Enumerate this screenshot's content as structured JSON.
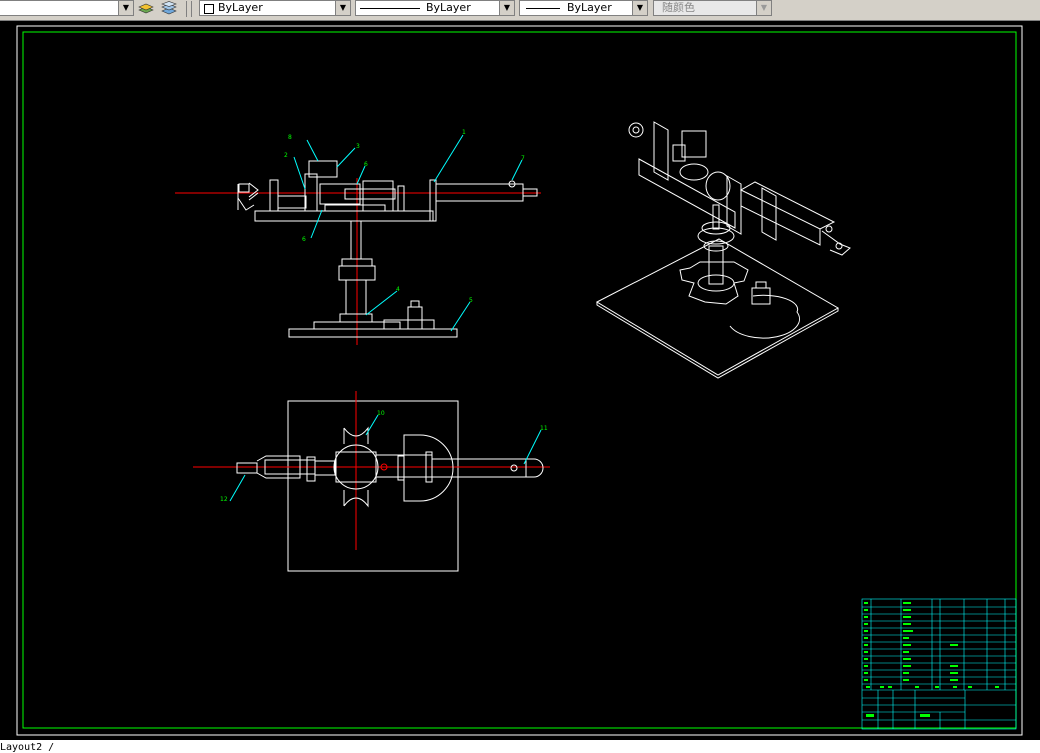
{
  "toolbar": {
    "layer_combo_arrow": "▼",
    "color_combo": {
      "value": "ByLayer"
    },
    "linetype_combo": {
      "value": "ByLayer"
    },
    "lineweight_combo": {
      "value": "ByLayer"
    },
    "plotstyle_combo": {
      "value": "随颜色"
    }
  },
  "drawing": {
    "side_view_labels": [
      "8",
      "2",
      "3",
      "6",
      "1",
      "7",
      "5",
      "4",
      "6"
    ],
    "top_view_labels": [
      "10",
      "11",
      "12"
    ]
  },
  "layout_tab": {
    "label": "Layout2"
  },
  "colors": {
    "canvas": "#000000",
    "frame": "#00ff00",
    "line": "#ffffff",
    "center": "#ff0000",
    "leader": "#00ffff",
    "balloon": "#00ff00"
  }
}
